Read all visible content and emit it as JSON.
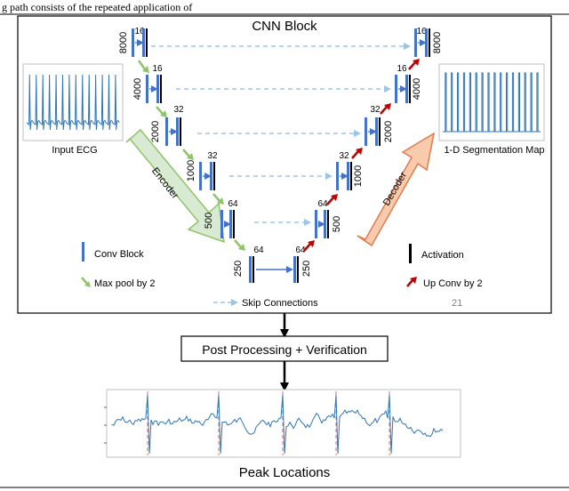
{
  "header_fragment": "g path consists of the repeated application of",
  "cnn": {
    "title": "CNN Block",
    "input_label": "Input ECG",
    "output_label": "1-D Segmentation Map",
    "encoder_label": "Encoder",
    "decoder_label": "Decoder",
    "page_number": "21",
    "encoder_levels": [
      {
        "size": "8000",
        "channels": "16"
      },
      {
        "size": "4000",
        "channels": "16"
      },
      {
        "size": "2000",
        "channels": "32"
      },
      {
        "size": "1000",
        "channels": "32"
      },
      {
        "size": "500",
        "channels": "64"
      }
    ],
    "bottleneck": {
      "size_left": "250",
      "size_right": "250",
      "channels_left": "64",
      "channels_right": "64"
    },
    "decoder_levels": [
      {
        "size": "8000",
        "channels": "16"
      },
      {
        "size": "4000",
        "channels": "16"
      },
      {
        "size": "2000",
        "channels": "32"
      },
      {
        "size": "1000",
        "channels": "32"
      },
      {
        "size": "500",
        "channels": "64"
      }
    ],
    "legend": {
      "conv_block": "Conv Block",
      "max_pool": "Max pool by 2",
      "skip": "Skip Connections",
      "activation": "Activation",
      "up_conv": "Up Conv by 2"
    },
    "colors": {
      "block": "#4472c4",
      "activation": "#000000",
      "maxpool_arrow": "#8fc46a",
      "upconv_arrow": "#c00000",
      "skip": "#9dc3e6",
      "encoder_arrow_fill": "#d9ead3",
      "encoder_arrow_stroke": "#8fc46a",
      "decoder_arrow_fill": "#f4b183",
      "decoder_arrow_stroke": "#c55a11",
      "ecg": "#2e75b6",
      "peak_line": "#e06666"
    }
  },
  "post_processing_label": "Post Processing + Verification",
  "peak_label": "Peak Locations"
}
